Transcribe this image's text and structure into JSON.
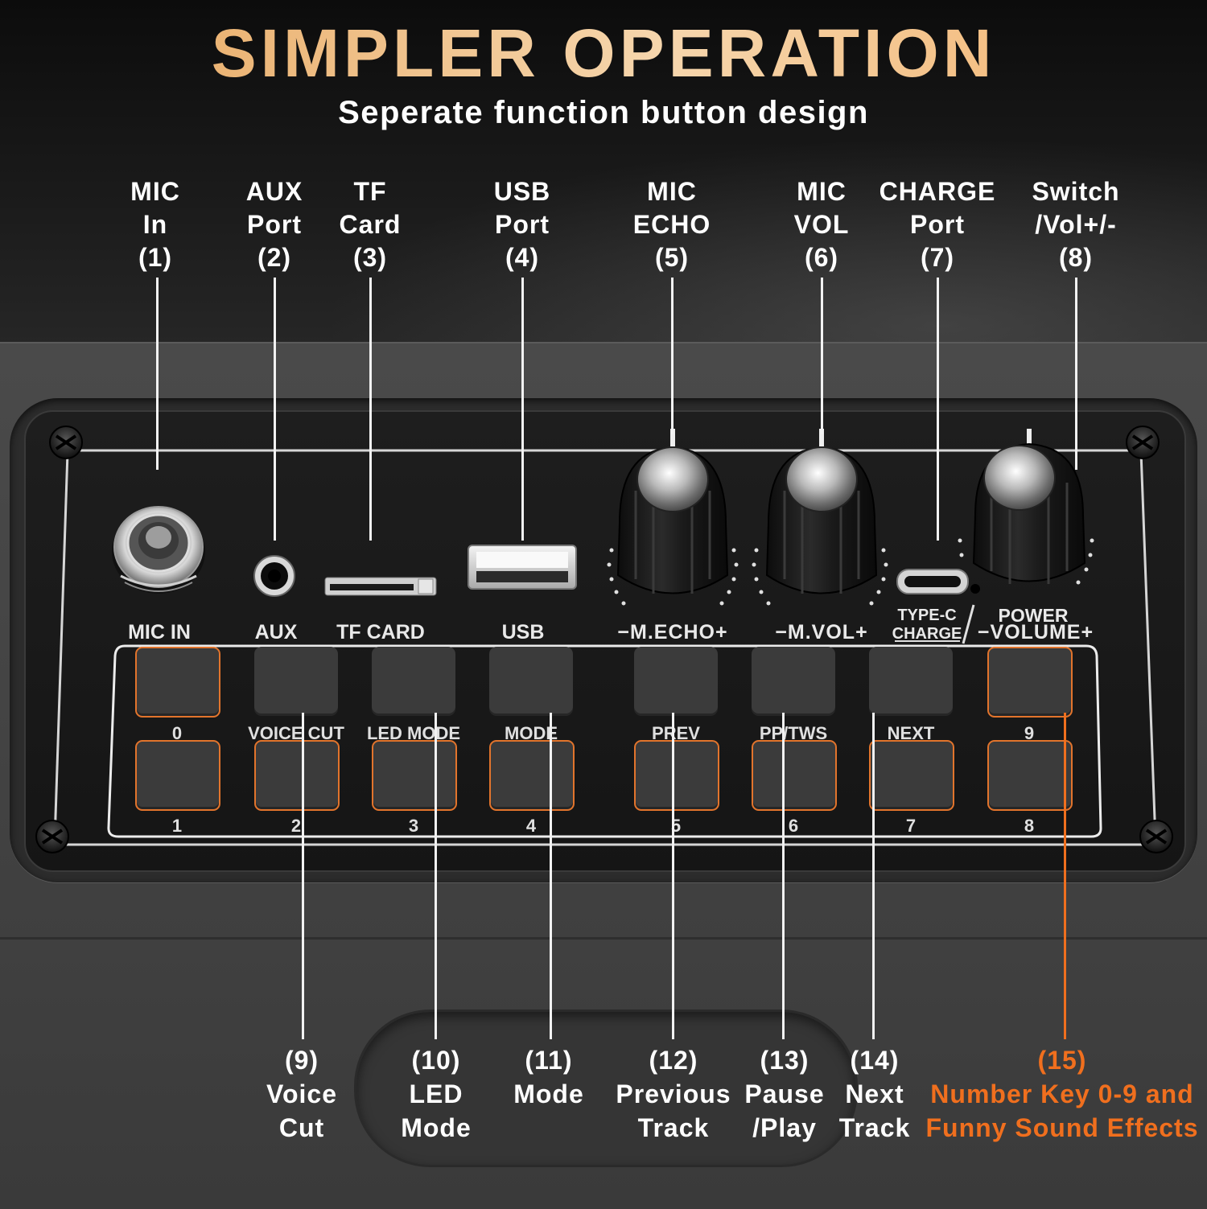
{
  "header": {
    "title": "SIMPLER OPERATION",
    "subtitle": "Seperate function button design"
  },
  "top_callouts": [
    {
      "lines": [
        "MIC",
        "In",
        "(1)"
      ]
    },
    {
      "lines": [
        "AUX",
        "Port",
        "(2)"
      ]
    },
    {
      "lines": [
        "TF",
        "Card",
        "(3)"
      ]
    },
    {
      "lines": [
        "USB",
        "Port",
        "(4)"
      ]
    },
    {
      "lines": [
        "MIC",
        "ECHO",
        "(5)"
      ]
    },
    {
      "lines": [
        "MIC",
        "VOL",
        "(6)"
      ]
    },
    {
      "lines": [
        "CHARGE",
        "Port",
        "(7)"
      ]
    },
    {
      "lines": [
        "Switch",
        "/Vol+/-",
        "(8)"
      ]
    }
  ],
  "bottom_callouts": [
    {
      "lines": [
        "(9)",
        "Voice",
        "Cut"
      ]
    },
    {
      "lines": [
        "(10)",
        "LED",
        "Mode"
      ]
    },
    {
      "lines": [
        "(11)",
        "Mode"
      ]
    },
    {
      "lines": [
        "(12)",
        "Previous",
        "Track"
      ]
    },
    {
      "lines": [
        "(13)",
        "Pause",
        "/Play"
      ]
    },
    {
      "lines": [
        "(14)",
        "Next",
        "Track"
      ]
    },
    {
      "lines": [
        "(15)",
        "Number Key 0-9 and",
        "Funny Sound Effects"
      ],
      "highlight": true
    }
  ],
  "panel": {
    "port_labels": {
      "mic_in": "MIC IN",
      "aux": "AUX",
      "tf_card": "TF CARD",
      "usb": "USB",
      "mecho": "−M.ECHO+",
      "mvol": "−M.VOL+",
      "typec": "TYPE-C",
      "charge": "CHARGE",
      "power": "POWER",
      "volume": "−VOLUME+"
    },
    "row1_labels": [
      "0",
      "VOICE CUT",
      "LED MODE",
      "MODE",
      "PREV",
      "PP/TWS",
      "NEXT",
      "9"
    ],
    "row2_labels": [
      "1",
      "2",
      "3",
      "4",
      "5",
      "6",
      "7",
      "8"
    ]
  },
  "colors": {
    "title_gradient": [
      "#e6a45a",
      "#f6d6ad",
      "#f2b16a"
    ],
    "highlight": "#f06f1e",
    "key_border": "#e2742c"
  }
}
